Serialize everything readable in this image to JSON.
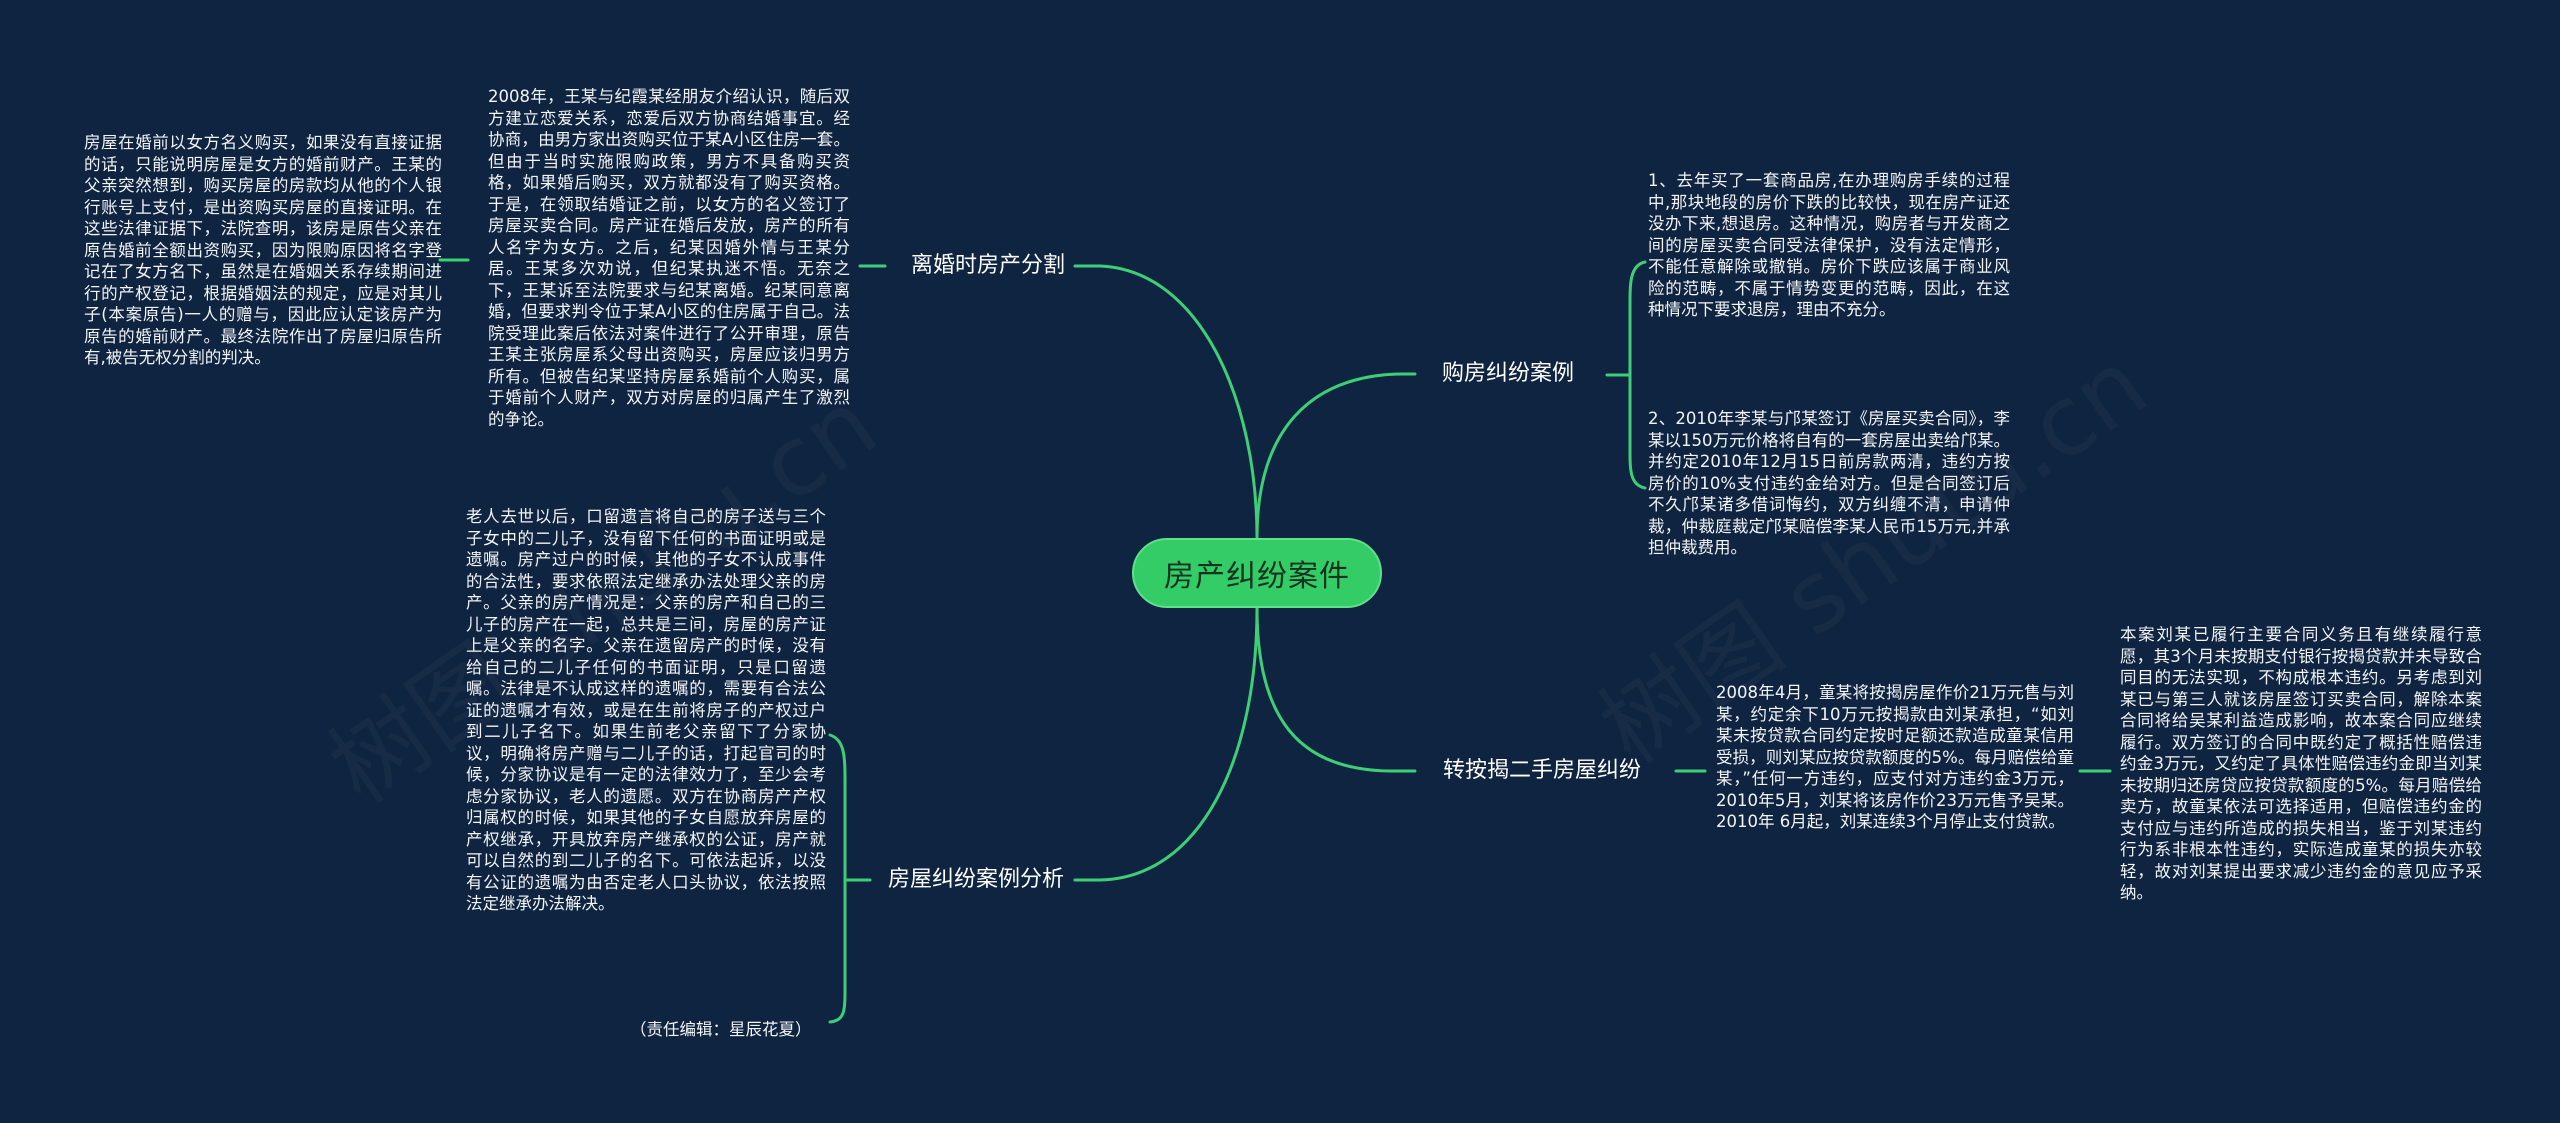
{
  "mindmap": {
    "root": {
      "label": "房产纠纷案件"
    },
    "colors": {
      "background": "#0f2440",
      "root_fill": "#33cc66",
      "link": "#3ecf76",
      "text": "#ffffff"
    },
    "watermark": "树图 shutu.cn",
    "branches": [
      {
        "id": "divorce",
        "label": "离婚时房产分割",
        "side": "left",
        "children": [
          {
            "text": "2008年，王某与纪霞某经朋友介绍认识，随后双方建立恋爱关系，恋爱后双方协商结婚事宜。经协商，由男方家出资购买位于某A小区住房一套。但由于当时实施限购政策，男方不具备购买资格，如果婚后购买，双方就都没有了购买资格。于是，在领取结婚证之前，以女方的名义签订了房屋买卖合同。房产证在婚后发放，房产的所有人名字为女方。之后，纪某因婚外情与王某分居。王某多次劝说，但纪某执迷不悟。无奈之下，王某诉至法院要求与纪某离婚。纪某同意离婚，但要求判令位于某A小区的住房属于自己。法院受理此案后依法对案件进行了公开审理，原告王某主张房屋系父母出资购买，房屋应该归男方所有。但被告纪某坚持房屋系婚前个人购买，属于婚前个人财产，双方对房屋的归属产生了激烈的争论。",
            "children": [
              {
                "text": "房屋在婚前以女方名义购买，如果没有直接证据的话，只能说明房屋是女方的婚前财产。王某的父亲突然想到，购买房屋的房款均从他的个人银行账号上支付，是出资购买房屋的直接证明。在这些法律证据下，法院查明，该房是原告父亲在原告婚前全额出资购买，因为限购原因将名字登记在了女方名下，虽然是在婚姻关系存续期间进行的产权登记，根据婚姻法的规定，应是对其儿子(本案原告)一人的赠与，因此应认定该房产为原告的婚前财产。最终法院作出了房屋归原告所有,被告无权分割的判决。"
              }
            ]
          }
        ]
      },
      {
        "id": "analysis",
        "label": "房屋纠纷案例分析",
        "side": "left",
        "children": [
          {
            "text": "老人去世以后，口留遗言将自己的房子送与三个子女中的二儿子，没有留下任何的书面证明或是遗嘱。房产过户的时候，其他的子女不认成事件的合法性，要求依照法定继承办法处理父亲的房产。父亲的房产情况是：父亲的房产和自己的三儿子的房产在一起，总共是三间，房屋的房产证上是父亲的名字。父亲在遗留房产的时候，没有给自己的二儿子任何的书面证明，只是口留遗嘱。法律是不认成这样的遗嘱的，需要有合法公证的遗嘱才有效，或是在生前将房子的产权过户到二儿子名下。如果生前老父亲留下了分家协议，明确将房产赠与二儿子的话，打起官司的时候，分家协议是有一定的法律效力了，至少会考虑分家协议，老人的遗愿。双方在协商房产产权归属权的时候，如果其他的子女自愿放弃房屋的产权继承，开具放弃房产继承权的公证，房产就可以自然的到二儿子的名下。可依法起诉，以没有公证的遗嘱为由否定老人口头协议，依法按照法定继承办法解决。"
          },
          {
            "text": "（责任编辑：星辰花夏）"
          }
        ]
      },
      {
        "id": "purchase",
        "label": "购房纠纷案例",
        "side": "right",
        "children": [
          {
            "text": "1、去年买了一套商品房,在办理购房手续的过程中,那块地段的房价下跌的比较快，现在房产证还没办下来,想退房。这种情况，购房者与开发商之间的房屋买卖合同受法律保护，没有法定情形，不能任意解除或撤销。房价下跌应该属于商业风险的范畴，不属于情势变更的范畴，因此，在这种情况下要求退房，理由不充分。"
          },
          {
            "text": "2、2010年李某与邝某签订《房屋买卖合同》，李某以150万元价格将自有的一套房屋出卖给邝某。并约定2010年12月15日前房款两清，违约方按房价的10%支付违约金给对方。但是合同签订后不久邝某诸多借词悔约，双方纠缠不清，申请仲裁，仲裁庭裁定邝某赔偿李某人民币15万元,并承担仲裁费用。"
          }
        ]
      },
      {
        "id": "mortgage",
        "label": "转按揭二手房屋纠纷",
        "side": "right",
        "children": [
          {
            "text": "2008年4月，童某将按揭房屋作价21万元售与刘某，约定余下10万元按揭款由刘某承担，“如刘某未按贷款合同约定按时足额还款造成童某信用受损，则刘某应按贷款额度的5%。每月赔偿给童某，”任何一方违约，应支付对方违约金3万元，2010年5月，刘某将该房作价23万元售予吴某。2010年 6月起，刘某连续3个月停止支付贷款。",
            "children": [
              {
                "text": "本案刘某已履行主要合同义务且有继续履行意愿，其3个月未按期支付银行按揭贷款并未导致合同目的无法实现，不构成根本违约。另考虑到刘某已与第三人就该房屋签订买卖合同，解除本案合同将给吴某利益造成影响，故本案合同应继续履行。双方签订的合同中既约定了概括性赔偿违约金3万元，又约定了具体性赔偿违约金即当刘某未按期归还房贷应按贷款额度的5%。每月赔偿给卖方，故童某依法可选择适用，但赔偿违约金的支付应与违约所造成的损失相当，鉴于刘某违约行为系非根本性违约，实际造成童某的损失亦较轻，故对刘某提出要求减少违约金的意见应予采纳。"
              }
            ]
          }
        ]
      }
    ]
  }
}
